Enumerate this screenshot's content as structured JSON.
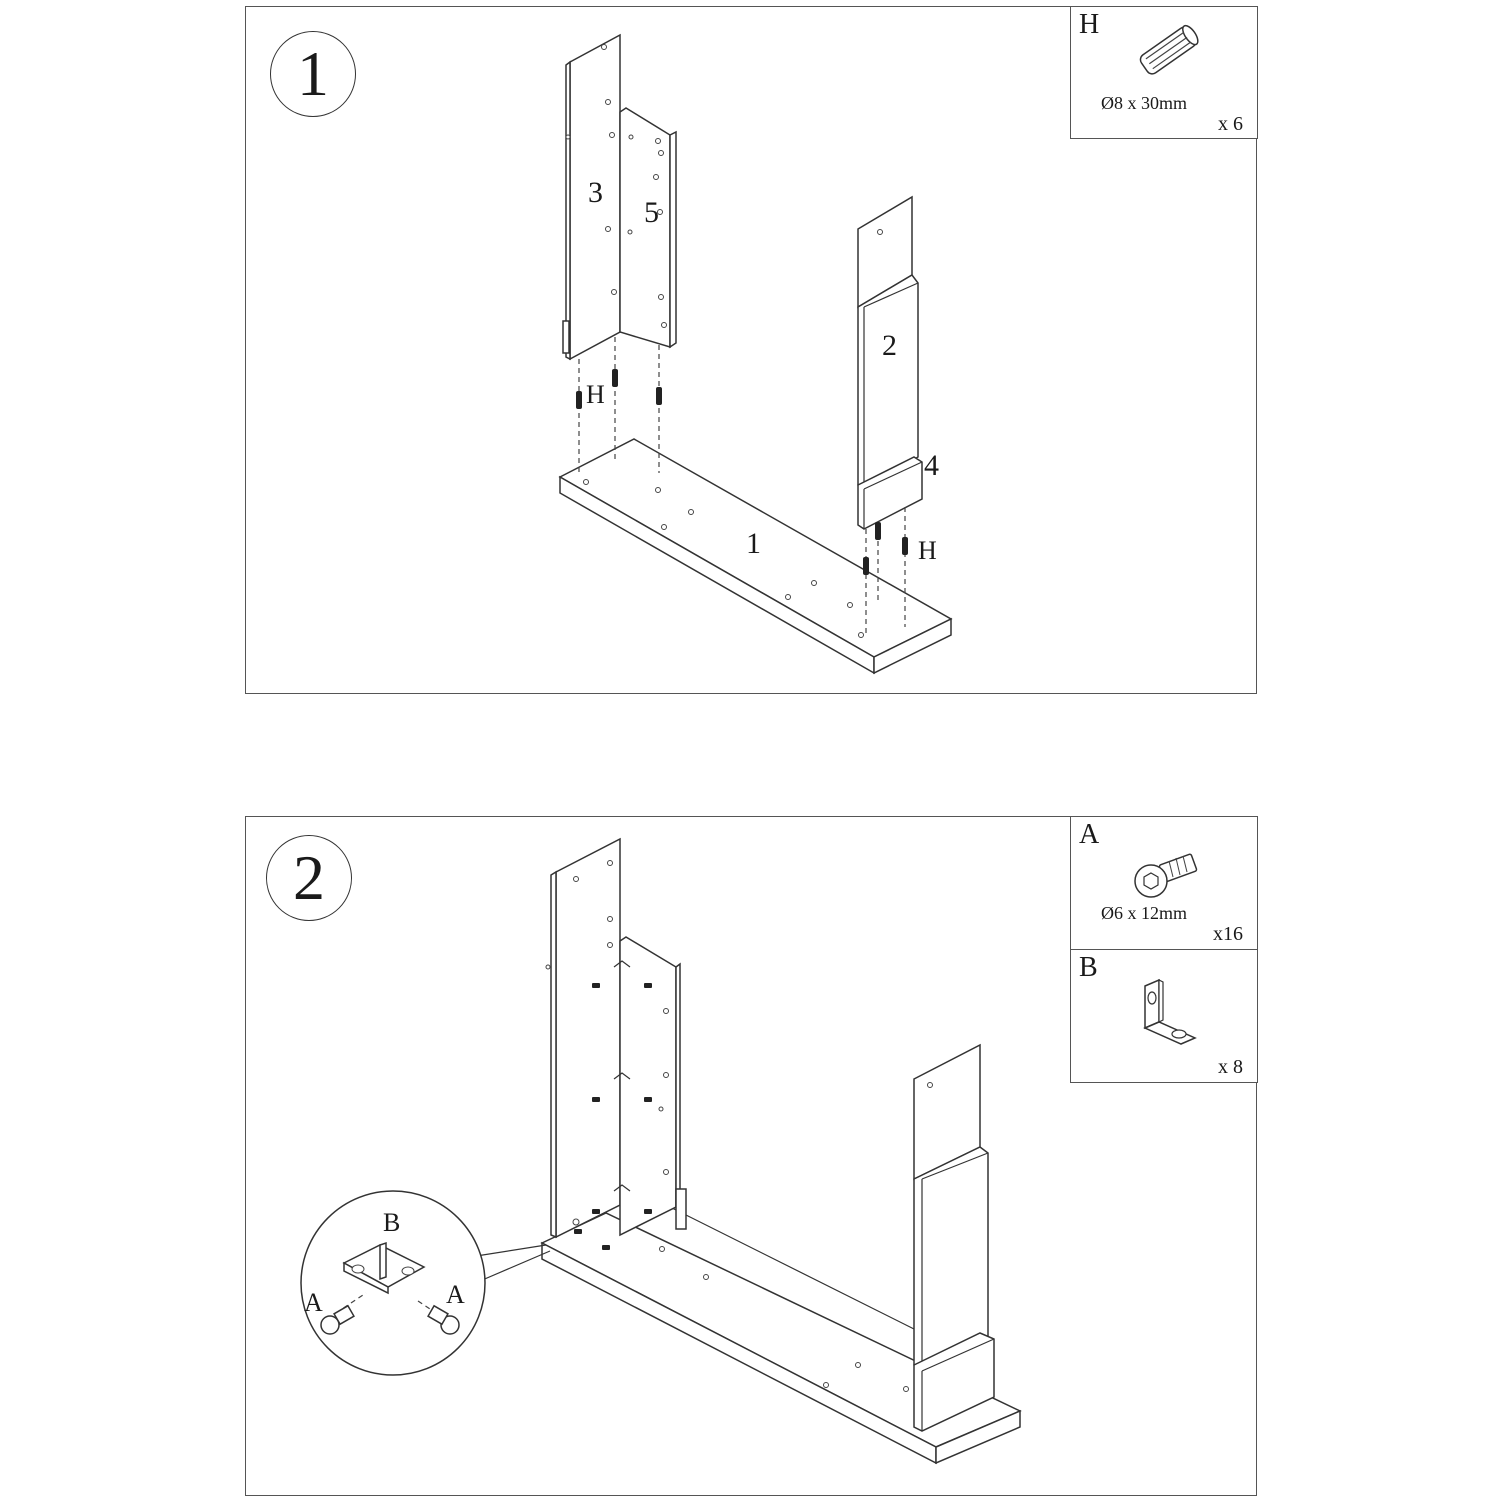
{
  "steps": [
    {
      "number": "1",
      "hardware": [
        {
          "letter": "H",
          "size": "Ø8 x 30mm",
          "qty": "x 6",
          "icon": "dowel-icon"
        }
      ],
      "part_labels": [
        "1",
        "2",
        "3",
        "4",
        "5"
      ],
      "callouts": [
        "H",
        "H"
      ]
    },
    {
      "number": "2",
      "hardware": [
        {
          "letter": "A",
          "size": "Ø6 x 12mm",
          "qty": "x16",
          "icon": "bolt-icon"
        },
        {
          "letter": "B",
          "size": "",
          "qty": "x 8",
          "icon": "angle-bracket-icon"
        }
      ],
      "detail_labels": [
        "B",
        "A",
        "A"
      ]
    }
  ],
  "colors": {
    "line": "#333333",
    "background": "#ffffff"
  }
}
